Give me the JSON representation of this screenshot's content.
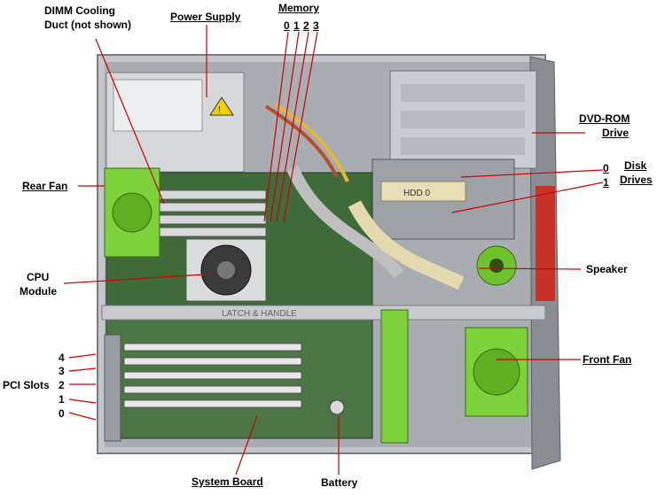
{
  "labels": {
    "dimm_cooling_duct_line1": "DIMM Cooling",
    "dimm_cooling_duct_line2": "Duct (not shown)",
    "power_supply": "Power Supply",
    "memory": "Memory",
    "memory_slots": [
      "0",
      "1",
      "2",
      "3"
    ],
    "dvd_rom_line1": "DVD-ROM",
    "dvd_rom_line2": "Drive",
    "disk_drives_line1": "Disk",
    "disk_drives_line2": "Drives",
    "disk_drive_numbers": [
      "0",
      "1"
    ],
    "rear_fan": "Rear Fan",
    "cpu_module_line1": "CPU",
    "cpu_module_line2": "Module",
    "speaker": "Speaker",
    "pci_slots": "PCI Slots",
    "pci_slot_numbers": [
      "4",
      "3",
      "2",
      "1",
      "0"
    ],
    "front_fan": "Front Fan",
    "system_board": "System Board",
    "battery": "Battery"
  },
  "colors": {
    "leader_line": "#cc0000",
    "fan_green": "#7dd23a",
    "front_panel_red": "#c8312a",
    "board_green": "#3f6b3a",
    "chassis_gray": "#b9bcc0"
  },
  "chassis": {
    "handle_text": "LATCH & HANDLE",
    "hdd_label": "HDD 0"
  }
}
